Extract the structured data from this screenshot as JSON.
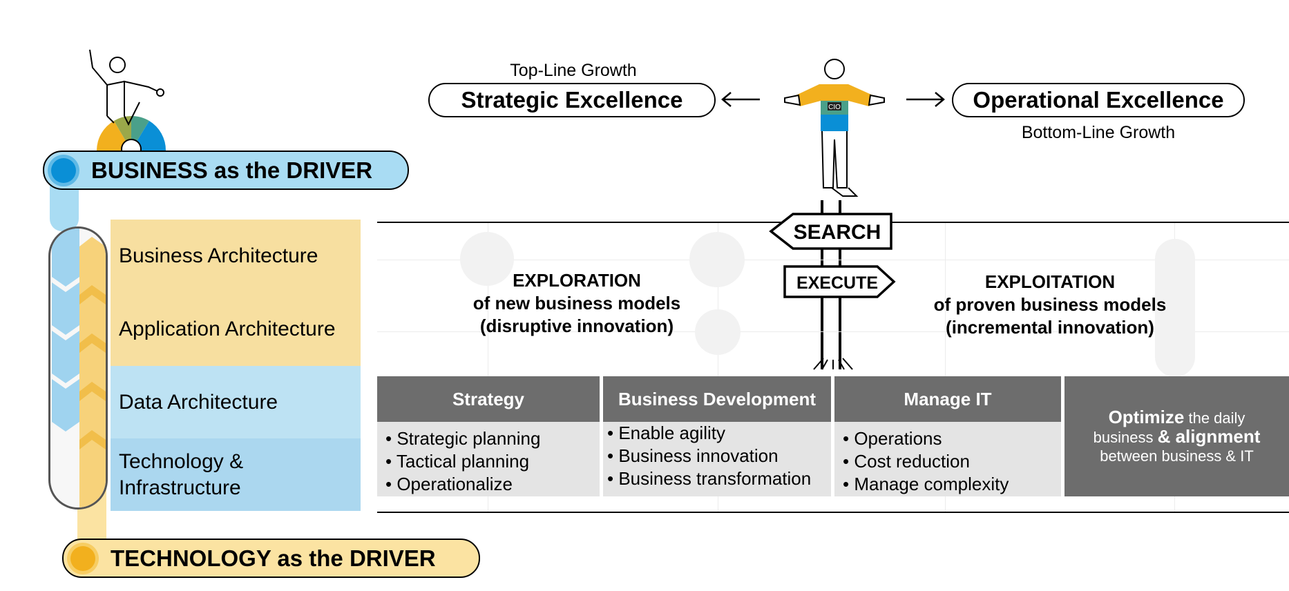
{
  "drivers": {
    "business": "BUSINESS as the DRIVER",
    "technology": "TECHNOLOGY as the DRIVER"
  },
  "layers": [
    {
      "label": "Business Architecture",
      "color": "#f7dfa0"
    },
    {
      "label": "Application Architecture",
      "color": "#f7dfa0"
    },
    {
      "label": "Data Architecture",
      "color": "#bde2f3"
    },
    {
      "label": "Technology & Infrastructure",
      "line1": "Technology &",
      "line2": "Infrastructure",
      "color": "#abd7ef"
    }
  ],
  "headline": {
    "strategic": {
      "sub": "Top-Line Growth",
      "title": "Strategic Excellence"
    },
    "operational": {
      "title": "Operational Excellence",
      "sub": "Bottom-Line Growth"
    },
    "cio_badge": "CIO"
  },
  "signs": {
    "search": "SEARCH",
    "execute": "EXECUTE"
  },
  "exploration": {
    "title": "EXPLORATION",
    "line2": "of new business models",
    "line3": "(disruptive innovation)"
  },
  "exploitation": {
    "title": "EXPLOITATION",
    "line2": "of proven business models",
    "line3": "(incremental innovation)"
  },
  "columns": [
    {
      "title": "Strategy",
      "items": [
        "• Strategic planning",
        "• Tactical planning",
        "• Operationalize"
      ]
    },
    {
      "title": "Business Development",
      "items": [
        "• Enable agility",
        "• Business innovation",
        "• Business transformation"
      ]
    },
    {
      "title": "Manage IT",
      "items": [
        "• Operations",
        "• Cost reduction",
        "• Manage complexity"
      ]
    }
  ],
  "optimize": {
    "bold1": "Optimize",
    "text1": " the daily",
    "text2": "business ",
    "bold2": "& alignment",
    "text3": "between business & IT"
  },
  "colors": {
    "blue": "#0a8fd6",
    "lightblue": "#a9dcf3",
    "gold": "#f2b01e",
    "lightgold": "#fbe3a2",
    "gray": "#6d6d6d",
    "lightgray": "#e4e4e4"
  }
}
